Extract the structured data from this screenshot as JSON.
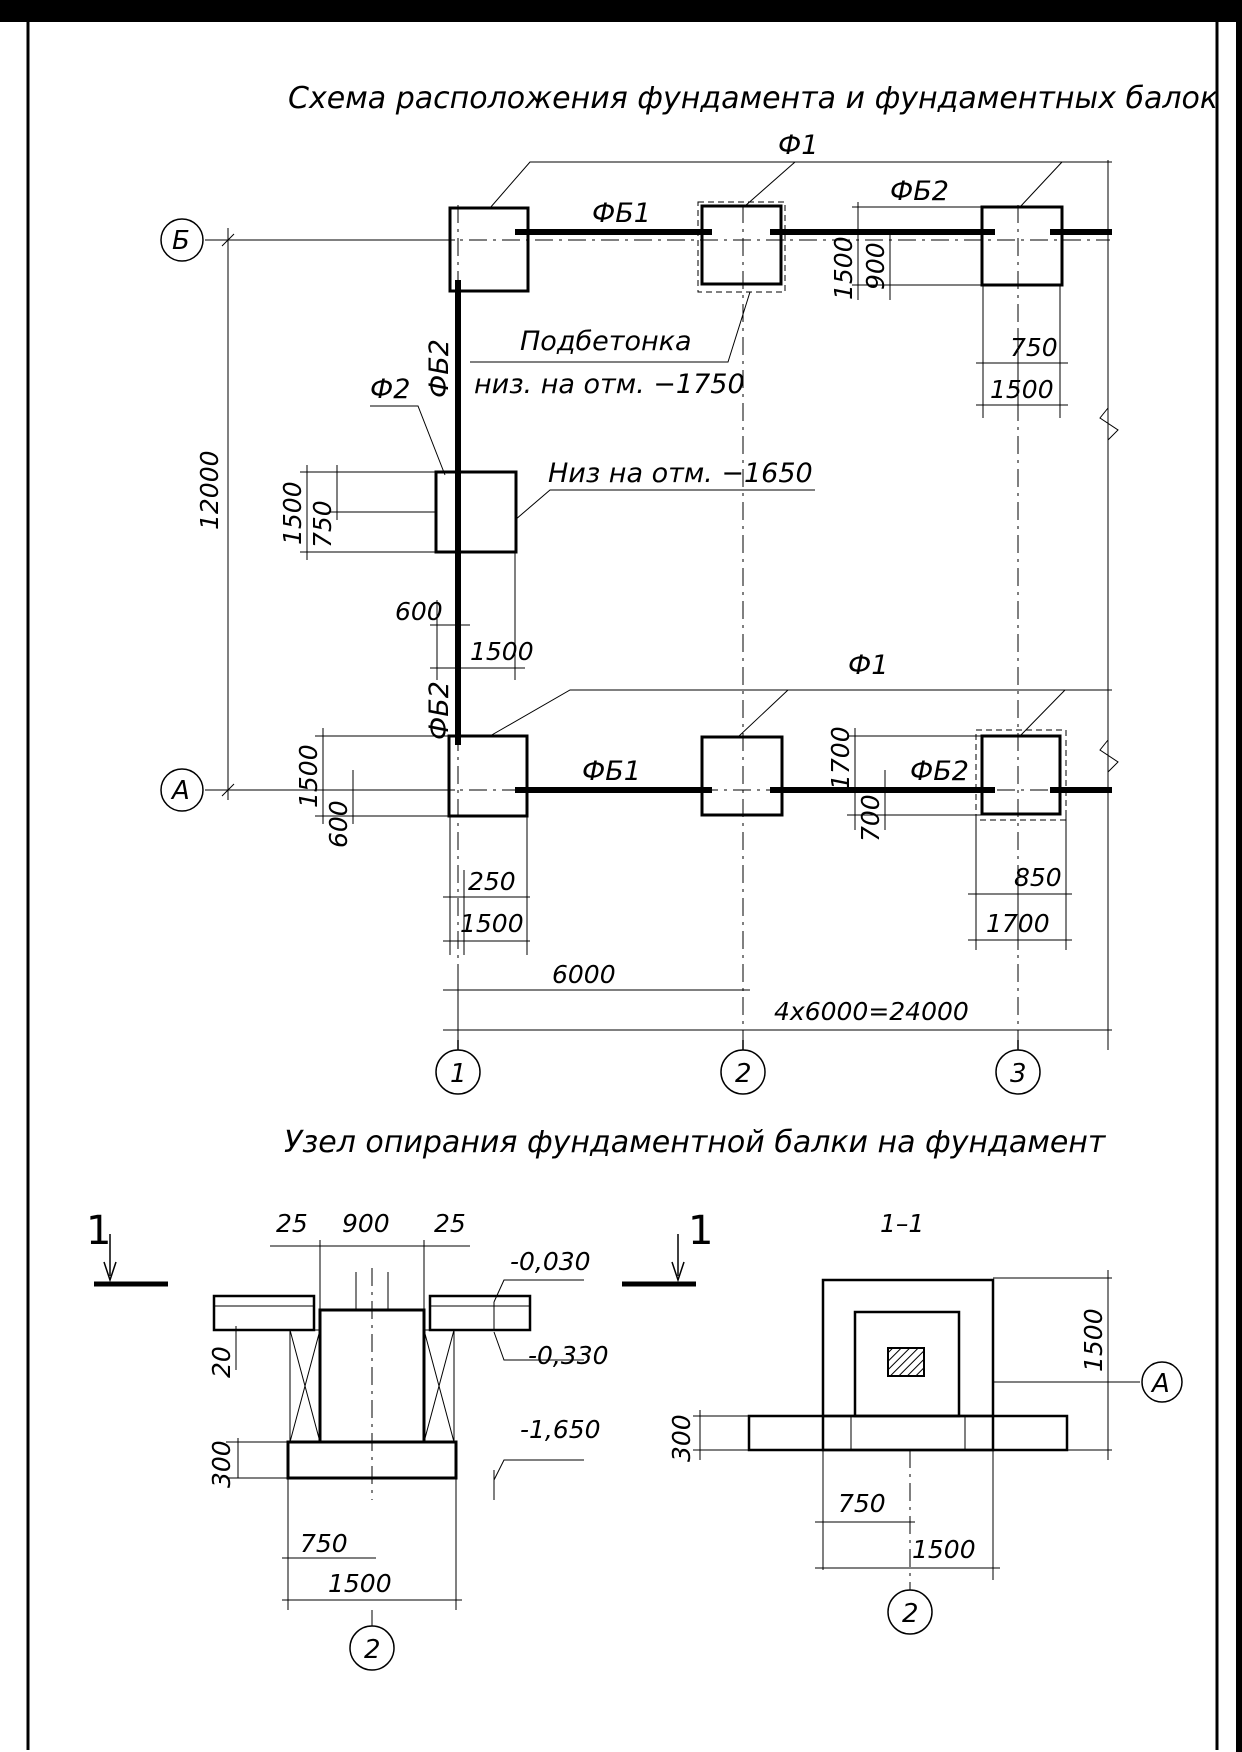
{
  "plan": {
    "title": "Схема расположения фундамента и фундаментных балок",
    "labels": {
      "f1_top": "Ф1",
      "f1_bottom": "Ф1",
      "f2": "Ф2",
      "fb1_top": "ФБ1",
      "fb1_bottom": "ФБ1",
      "fb2_top": "ФБ2",
      "fb2_bottom": "ФБ2",
      "fb2_left_top": "ФБ2",
      "fb2_left_bottom": "ФБ2",
      "podbetonka_1": "Подбетонка",
      "podbetonka_2": "низ. на отм. −1750",
      "niz": "Низ на отм. −1650"
    },
    "axes": {
      "row_b": "Б",
      "row_a": "А",
      "col_1": "1",
      "col_2": "2",
      "col_3": "3"
    },
    "dims": {
      "d12000": "12000",
      "d1500_f2": "1500",
      "d750_f2": "750",
      "d600_left": "600",
      "d1500_gap": "1500",
      "d1500_a": "1500",
      "d600_a": "600",
      "d250": "250",
      "d1500_bottom1": "1500",
      "d6000": "6000",
      "d24000": "4х6000=24000",
      "d1500_right_b": "1500",
      "d900_right_b": "900",
      "d750_right": "750",
      "d1500_right": "1500",
      "d1700_a": "1700",
      "d700_a": "700",
      "d850": "850",
      "d1700_bottom": "1700"
    }
  },
  "node": {
    "title": "Узел опирания фундаментной балки на фундамент",
    "section_mark_left": "1",
    "section_mark_right": "1",
    "section_title": "1–1",
    "dims": {
      "d25_left": "25",
      "d900": "900",
      "d25_right": "25",
      "d20": "20",
      "d300": "300",
      "d750": "750",
      "d1500": "1500",
      "s_d1500": "1500",
      "s_d300": "300",
      "s_d750": "750",
      "s_d1500_bottom": "1500"
    },
    "levels": {
      "l1": "-0,030",
      "l2": "-0,330",
      "l3": "-1,650"
    },
    "axes": {
      "axis_2_left": "2",
      "axis_2_right": "2",
      "axis_a": "А"
    }
  }
}
